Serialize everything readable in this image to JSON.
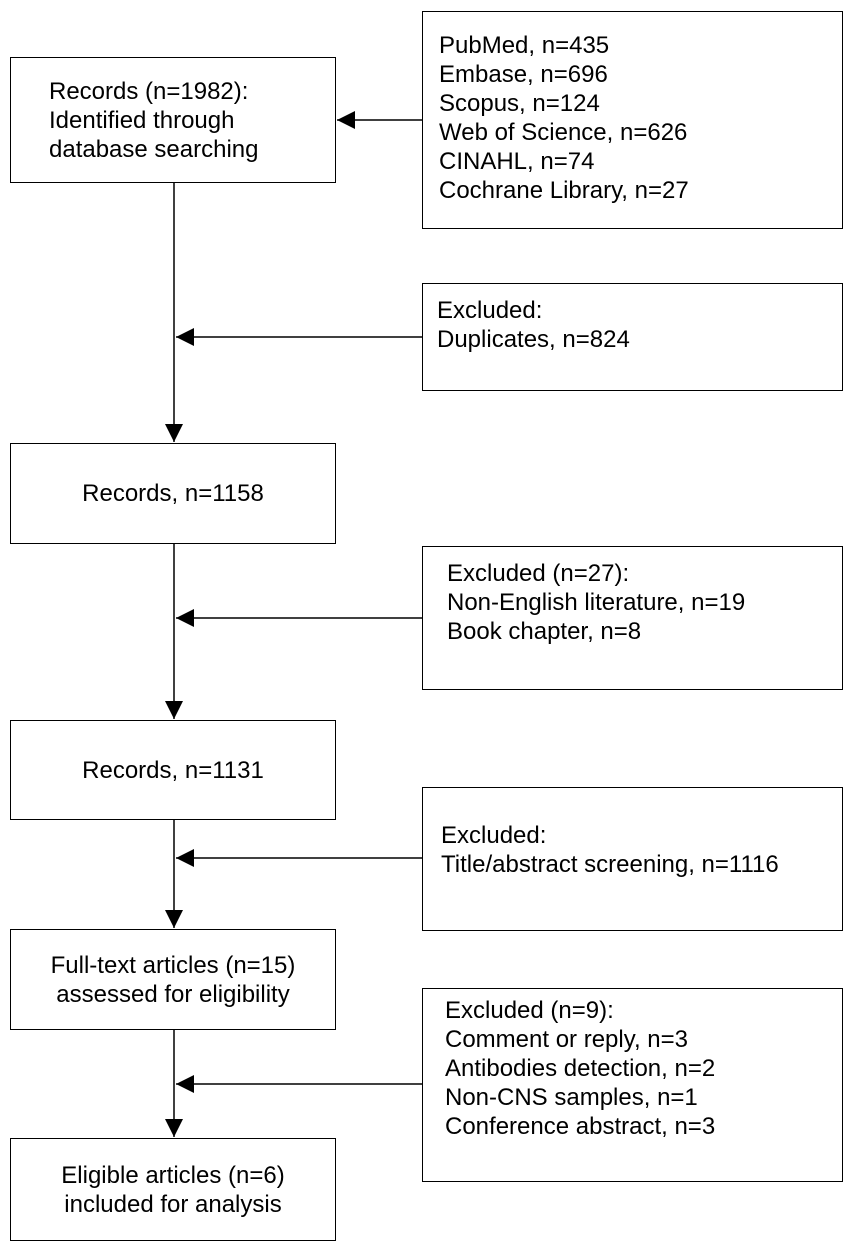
{
  "main": [
    {
      "id": "identified",
      "lines": [
        "Records (n=1982):",
        "Identified through",
        "database searching"
      ]
    },
    {
      "id": "after-duplicates",
      "lines": [
        "Records, n=1158"
      ]
    },
    {
      "id": "after-language",
      "lines": [
        "Records, n=1131"
      ]
    },
    {
      "id": "fulltext",
      "lines": [
        "Full-text articles (n=15)",
        "assessed for eligibility"
      ]
    },
    {
      "id": "eligible",
      "lines": [
        "Eligible articles (n=6)",
        "included for analysis"
      ]
    }
  ],
  "side": [
    {
      "id": "databases",
      "lines": [
        "PubMed, n=435",
        "Embase, n=696",
        "Scopus, n=124",
        "Web of Science, n=626",
        "CINAHL, n=74",
        "Cochrane Library, n=27"
      ]
    },
    {
      "id": "duplicates",
      "lines": [
        "Excluded:",
        "Duplicates, n=824"
      ]
    },
    {
      "id": "language",
      "lines": [
        "Excluded (n=27):",
        "Non-English literature, n=19",
        "Book chapter, n=8"
      ]
    },
    {
      "id": "screening",
      "lines": [
        "Excluded:",
        "Title/abstract screening, n=1116"
      ]
    },
    {
      "id": "eligibility",
      "lines": [
        "Excluded (n=9):",
        "Comment or reply, n=3",
        "Antibodies detection, n=2",
        "Non-CNS samples, n=1",
        "Conference abstract, n=3"
      ]
    }
  ]
}
